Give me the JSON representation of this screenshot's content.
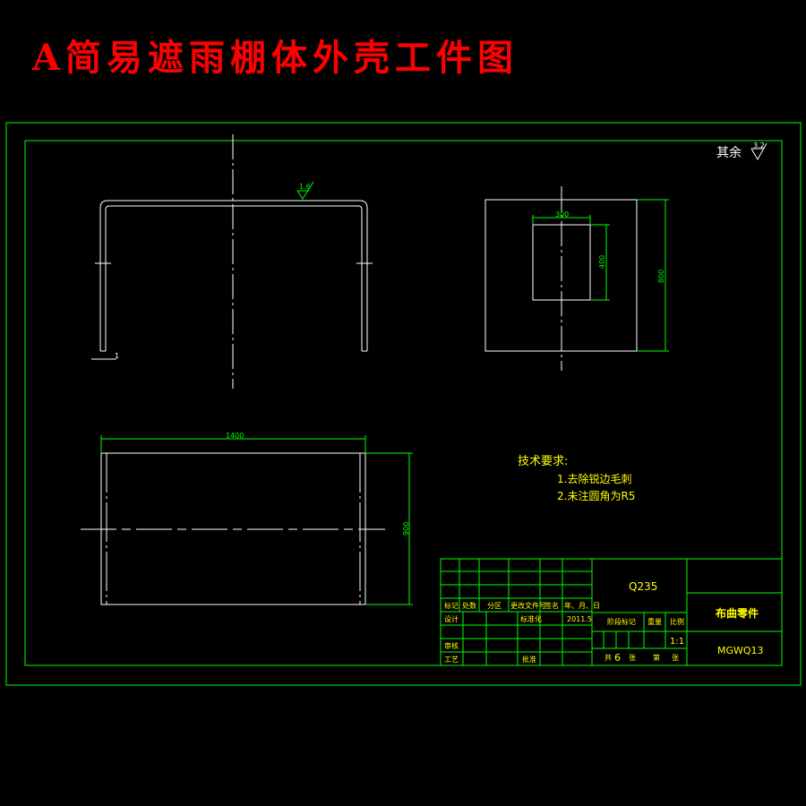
{
  "title": "A简易遮雨棚体外壳工件图",
  "colors": {
    "background": "#000000",
    "title": "#ff0000",
    "frame": "#00ff00",
    "geometry": "#ffffff",
    "dimension": "#00ff00",
    "text_yellow": "#ffff00"
  },
  "roughness": {
    "other_label": "其余",
    "other_value": "3.2",
    "bend_value": "1.6"
  },
  "dimensions": {
    "width_top": "1400",
    "height_side": "900",
    "hole_width": "300",
    "hole_height": "400",
    "plate_height": "800",
    "thickness": "1"
  },
  "technical": {
    "heading": "技术要求:",
    "items": [
      "1.去除锐边毛刺",
      "2.未注圆角为R5"
    ]
  },
  "title_block": {
    "material": "Q235",
    "part_name": "布曲零件",
    "drawing_no": "MGWQ13",
    "scale": "1:1",
    "date": "2011.5",
    "labels": {
      "mark": "标记",
      "count": "处数",
      "zone": "分区",
      "change_doc": "更改文件号",
      "signature": "签名",
      "ymd": "年、月、日",
      "design": "设计",
      "standardize": "标准化",
      "review": "审核",
      "process": "工艺",
      "approve": "批准",
      "stage_mark": "阶段标记",
      "weight": "重量",
      "scale_label": "比例",
      "sheets_total": "共",
      "sheets_count": "6",
      "sheet_unit": "张",
      "sheet_no": "第",
      "sheet_unit2": "张"
    }
  }
}
